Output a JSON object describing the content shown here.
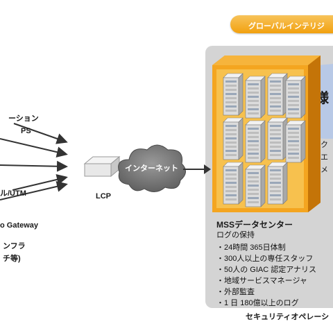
{
  "banner": {
    "label": "グローバルインテリジ"
  },
  "left_labels": {
    "item1_line1": "ーション",
    "item1_line2": "PS",
    "item2": "ル/UTM",
    "item3": "o Gateway",
    "item4_line1": "ンフラ",
    "item4_line2": "チ等)"
  },
  "lcp_label": "LCP",
  "cloud_label": "インターネット",
  "datacenter": {
    "title": "MSSデータセンター",
    "subtitle": "ログの保持",
    "items": [
      "・24時間 365日体制",
      "・300人以上の専任スタッフ",
      "・50人の GIAC 認定アナリス",
      "・地域サービスマネージャ",
      "・外部監査",
      "・1 日 180億以上のログ"
    ]
  },
  "right_partial": {
    "bubble_char": "様",
    "line1": "ク",
    "line2": "エ",
    "line3": "メ"
  },
  "footer": "セキュリティオペレーシ",
  "colors": {
    "orange": "#f2a10f",
    "panel_gray": "#d4d4d4",
    "bubble_blue": "#b8c9e6"
  }
}
